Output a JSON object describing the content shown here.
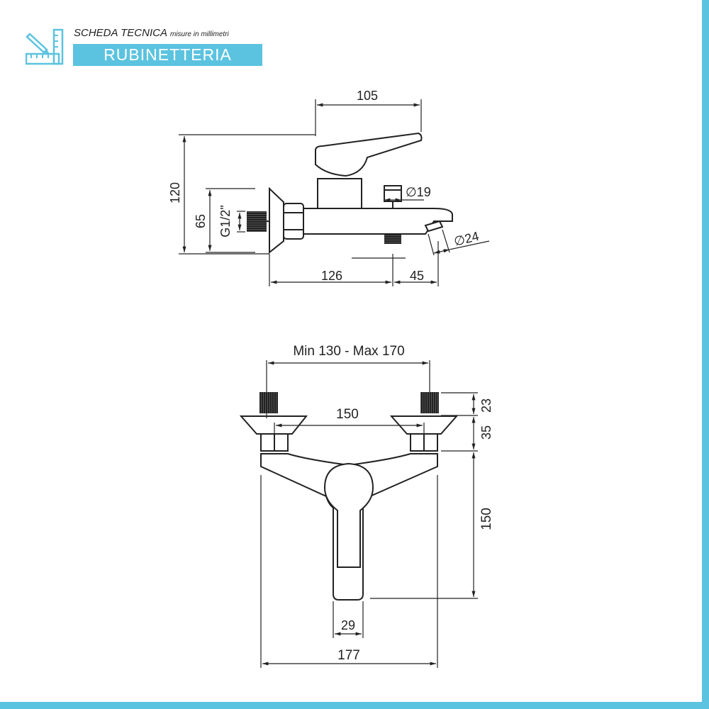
{
  "header": {
    "title": "SCHEDA TECNICA",
    "subtitle": "misure in millimetri",
    "category": "RUBINETTERIA",
    "accent_color": "#5bc3e0",
    "logo_icon": "ruler-pencil-icon"
  },
  "side_view": {
    "dim_width_top": "105",
    "dim_height_total": "120",
    "dim_height_inlet": "65",
    "thread_label": "G1/2\"",
    "dim_diameter_outlet": "∅19",
    "dim_diameter_spout": "∅24",
    "dim_depth": "126",
    "dim_spout_offset": "45"
  },
  "front_view": {
    "dim_centers_range": "Min 130 - Max 170",
    "dim_centers": "150",
    "dim_connector": "23",
    "dim_eccentric": "35",
    "dim_body_height": "150",
    "dim_handle_width": "29",
    "dim_total_width": "177"
  }
}
